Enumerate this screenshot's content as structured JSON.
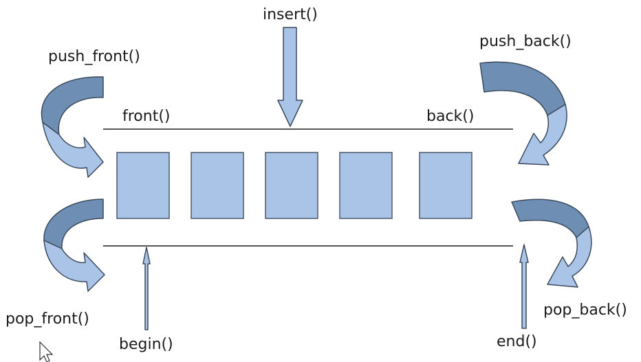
{
  "labels": {
    "insert": "insert()",
    "push_front": "push_front()",
    "push_back": "push_back()",
    "front": "front()",
    "back": "back()",
    "pop_front": "pop_front()",
    "pop_back": "pop_back()",
    "begin": "begin()",
    "end": "end()"
  },
  "cells": 5,
  "colors": {
    "cell_fill": "#a9c4e6",
    "arrow_dark": "#6f8eb4",
    "outline": "#3b4a5c"
  }
}
